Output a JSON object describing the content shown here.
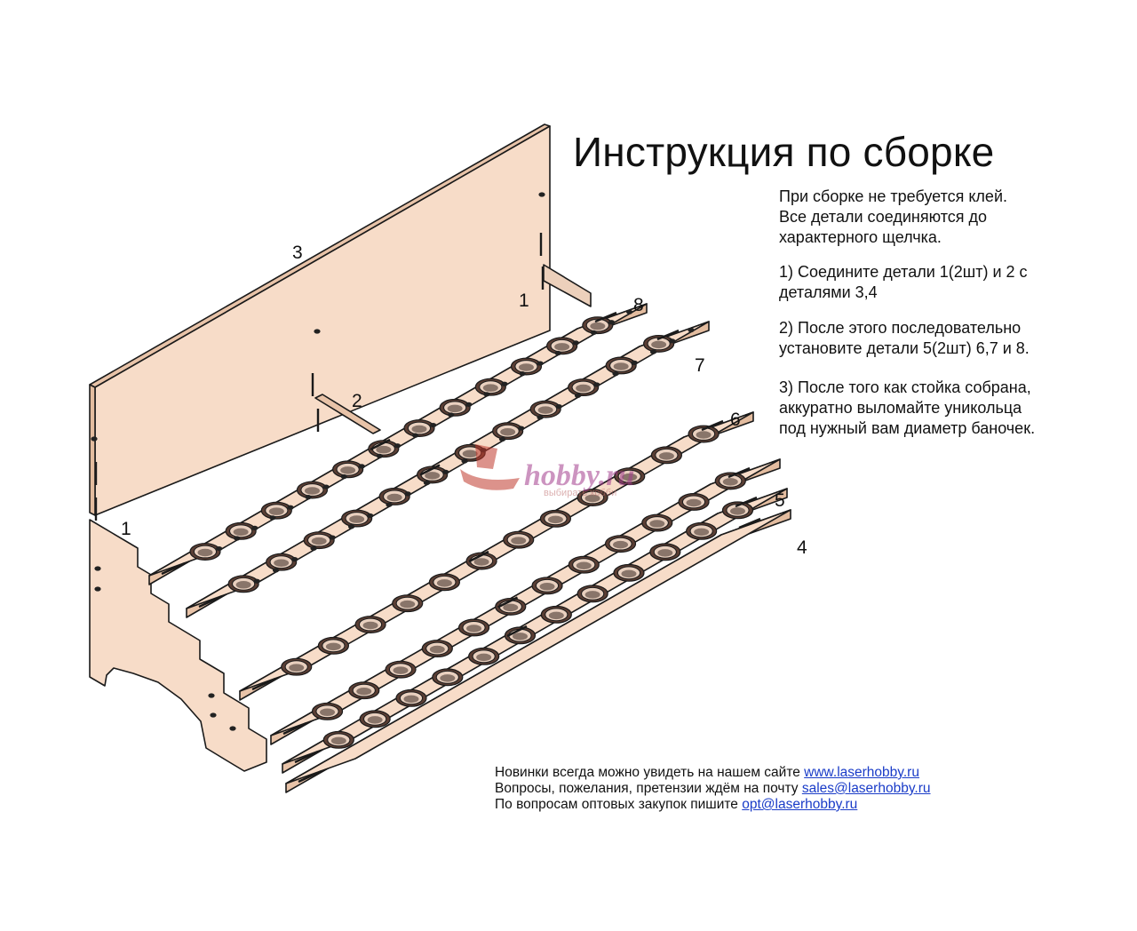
{
  "title": "Инструкция по сборке",
  "intro": [
    "При сборке не требуется клей.",
    "Все детали соединяются до",
    "характерного щелчка."
  ],
  "steps": [
    [
      "1) Соедините детали 1(2шт) и 2 с",
      "деталями 3,4"
    ],
    [
      "2) После этого последовательно",
      "установите детали 5(2шт) 6,7 и 8."
    ],
    [
      "3) После того как стойка собрана,",
      "аккуратно выломайте уникольца",
      "под нужный вам диаметр баночек."
    ]
  ],
  "footer": {
    "line1_text": "Новинки всегда можно увидеть на нашем сайте ",
    "line1_link": "www.laserhobby.ru",
    "line2_text": "Вопросы, пожелания, претензии ждём на почту ",
    "line2_link": "sales@laserhobby.ru",
    "line3_text": "По вопросам оптовых закупок пишите ",
    "line3_link": "opt@laserhobby.ru"
  },
  "part_labels": {
    "p1_left": "1",
    "p1_right": "1",
    "p2": "2",
    "p3": "3",
    "p4": "4",
    "p5": "5",
    "p6": "6",
    "p7": "7",
    "p8": "8"
  },
  "watermark": {
    "text": "hobby.ru",
    "sub": "выбирать  хобби"
  },
  "colors": {
    "wood": "#f7dcc8",
    "outline": "#1a1a1a",
    "ring_outer": "#5a3e34",
    "ring_inner": "#e9d0bf",
    "link": "#1a3cc8"
  }
}
